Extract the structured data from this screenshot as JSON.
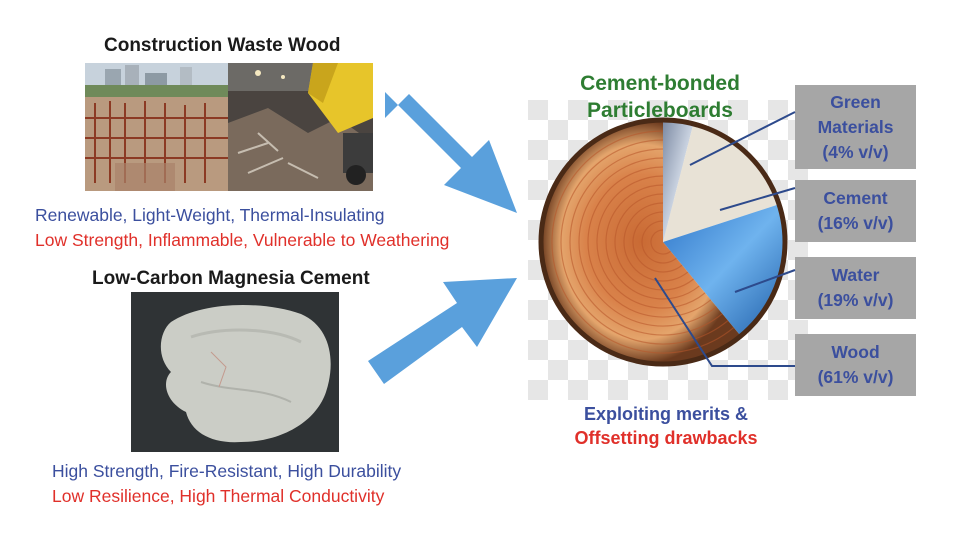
{
  "colors": {
    "blue": "#3b4f9e",
    "red": "#e0302a",
    "green": "#2e7d32",
    "arrow": "#5aa0dc",
    "box_bg": "#a6a6a6",
    "line": "#2d4a8c"
  },
  "wood_section": {
    "heading": "Construction Waste Wood",
    "merits": "Renewable, Light-Weight, Thermal-Insulating",
    "drawbacks": "Low Strength, Inflammable, Vulnerable to Weathering"
  },
  "cement_section": {
    "heading": "Low-Carbon Magnesia Cement",
    "merits": "High Strength, Fire-Resistant, High Durability",
    "drawbacks": "Low Resilience, High Thermal Conductivity"
  },
  "product": {
    "title_line1": "Cement-bonded",
    "title_line2": "Particleboards",
    "caption_line1": "Exploiting merits &",
    "caption_line2": "Offsetting drawbacks"
  },
  "composition": [
    {
      "name": "Green Materials",
      "name_line1": "Green",
      "name_line2": "Materials",
      "value": "(4% v/v)",
      "fraction": 0.04
    },
    {
      "name": "Cement",
      "name_line1": "Cement",
      "name_line2": "",
      "value": "(16% v/v)",
      "fraction": 0.16
    },
    {
      "name": "Water",
      "name_line1": "Water",
      "name_line2": "",
      "value": "(19% v/v)",
      "fraction": 0.19
    },
    {
      "name": "Wood",
      "name_line1": "Wood",
      "name_line2": "",
      "value": "(61% v/v)",
      "fraction": 0.61
    }
  ]
}
